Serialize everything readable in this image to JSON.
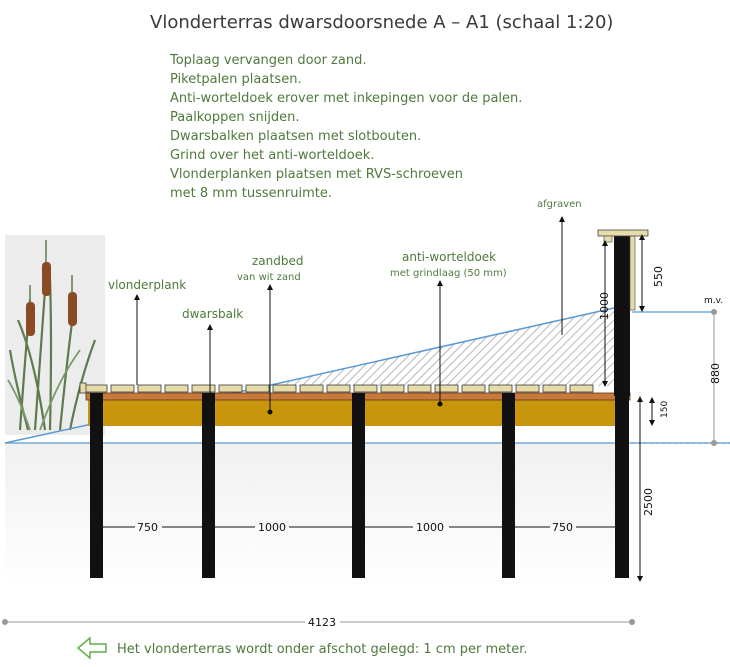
{
  "title": "Vlonderterras dwarsdoorsnede A – A1 (schaal 1:20)",
  "steps": [
    "Toplaag vervangen door zand.",
    "Piketpalen plaatsen.",
    "Anti-worteldoek erover met inkepingen voor de palen.",
    "Paalkoppen snijden.",
    "Dwarsbalken plaatsen met slotbouten.",
    "Grind over het anti-worteldoek.",
    "Vlonderplanken plaatsen met RVS-schroeven",
    "met 8 mm tussenruimte."
  ],
  "labels": {
    "vlonderplank": "vlonderplank",
    "dwarsbalk": "dwarsbalk",
    "zandbed": "zandbed",
    "zandbed_sub": "van wit zand",
    "antiworteldoek": "anti-worteldoek",
    "antiworteldoek_sub": "met grindlaag (50 mm)",
    "afgraven": "afgraven",
    "mv": "m.v."
  },
  "dimensions": {
    "span1": "750",
    "span2": "1000",
    "span3": "1000",
    "span4": "750",
    "wall_height": "1000",
    "top_height": "550",
    "level_height": "880",
    "layer": "150",
    "pile_depth": "2500",
    "total_width": "4123"
  },
  "footer": "Het vlonderterras wordt onder afschot gelegd: 1 cm per meter.",
  "colors": {
    "text_green": "#4e7a3c",
    "sand": "#c8960c",
    "beam": "#c87a3a",
    "plank": "#e6dcaa",
    "pile": "#111111",
    "line_blue": "#5b9bd5"
  },
  "icons": {
    "arrow": "arrow-left-icon",
    "plant": "cattail-icon"
  }
}
